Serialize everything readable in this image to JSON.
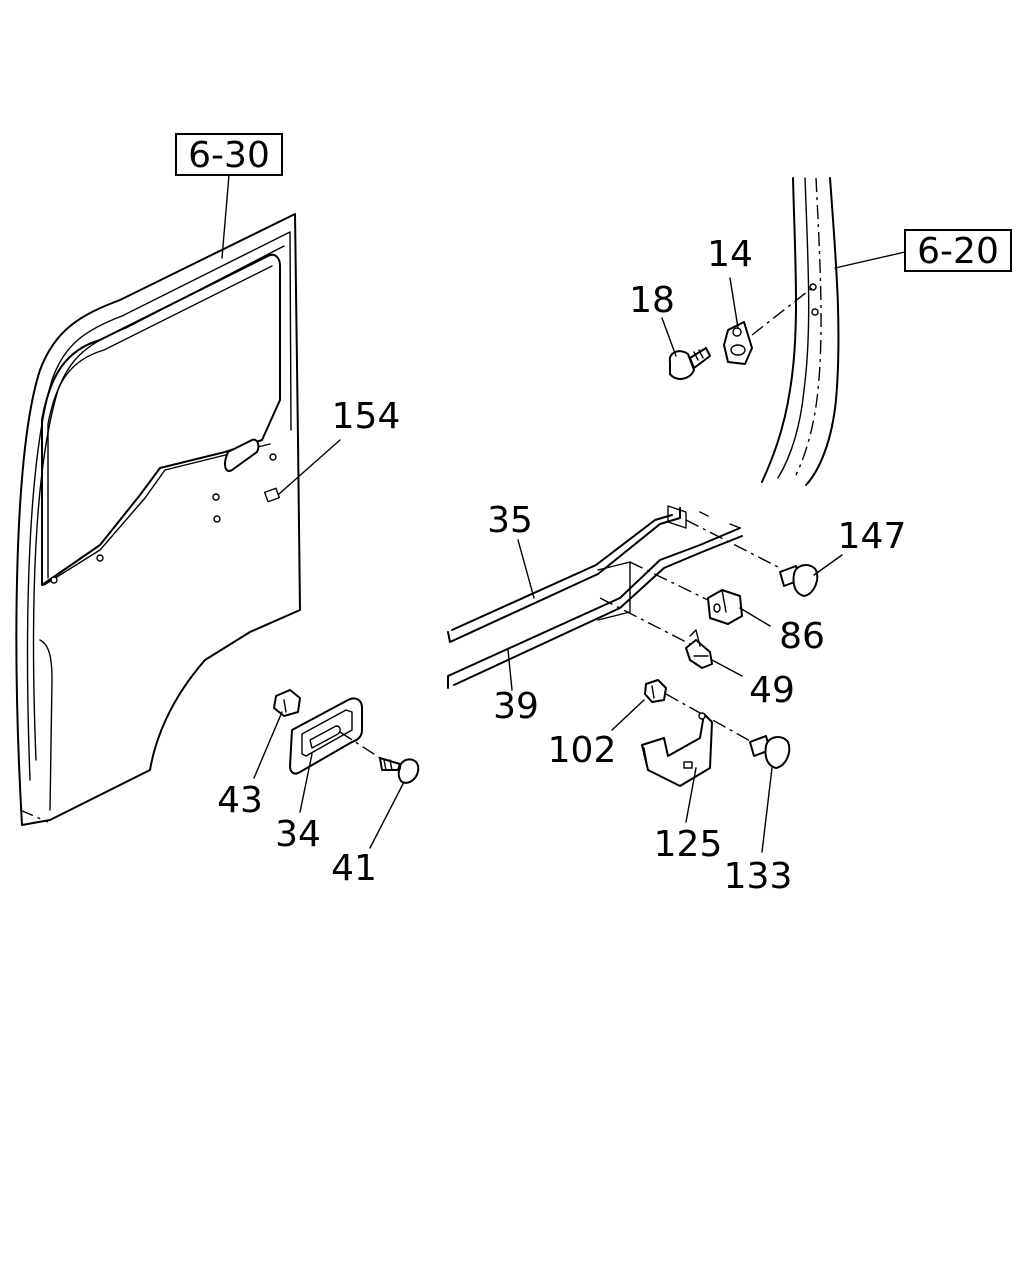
{
  "references": {
    "ref_door": "6-30",
    "ref_pillar": "6-20"
  },
  "callouts": {
    "c14": "14",
    "c18": "18",
    "c154": "154",
    "c35": "35",
    "c147": "147",
    "c86": "86",
    "c39": "39",
    "c49": "49",
    "c102": "102",
    "c43": "43",
    "c34": "34",
    "c41": "41",
    "c125": "125",
    "c133": "133"
  }
}
